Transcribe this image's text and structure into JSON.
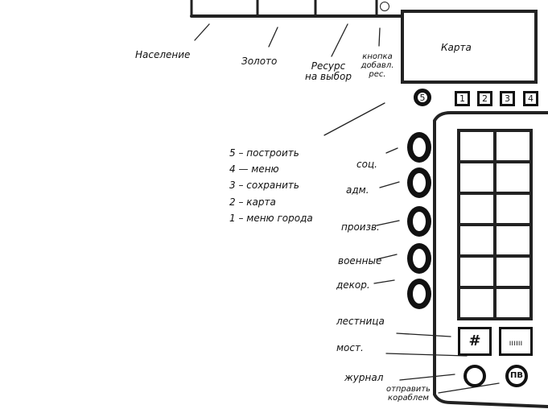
{
  "annotations": {
    "population": "Население",
    "gold": "Золото",
    "resource": "Ресурс на выбор",
    "add_res_button": "кнопка добавл. рес.",
    "map": "Карта",
    "buttons": [
      "1",
      "2",
      "3",
      "4",
      "5"
    ],
    "legend": [
      "5 – построить",
      "4 — меню",
      "3 – сохранить",
      "2 – карта",
      "1 – меню города"
    ],
    "categories": [
      "соц.",
      "адм.",
      "произв.",
      "военные",
      "декор."
    ],
    "stairs": "лестница",
    "bridge": "мост.",
    "journal": "журнал",
    "ship": "отправить кораблем"
  }
}
